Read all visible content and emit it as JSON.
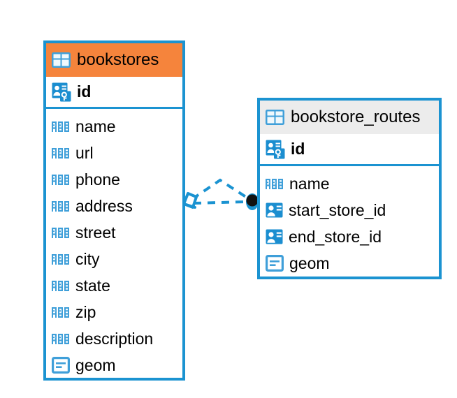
{
  "diagram": {
    "type": "entity-relationship-diagram",
    "background_color": "#ffffff",
    "accent_blue": "#1b93d1",
    "accent_orange": "#f5843c",
    "header_grey": "#ececec",
    "text_color": "#000000"
  },
  "entities": [
    {
      "name": "bookstores",
      "header_color": "#f5843c",
      "header_icon": "table-icon",
      "primary_key": {
        "label": "id",
        "icon": "primary-key-icon"
      },
      "fields": [
        {
          "label": "name",
          "icon": "abc-text-icon"
        },
        {
          "label": "url",
          "icon": "abc-text-icon"
        },
        {
          "label": "phone",
          "icon": "abc-text-icon"
        },
        {
          "label": "address",
          "icon": "abc-text-icon"
        },
        {
          "label": "street",
          "icon": "abc-text-icon"
        },
        {
          "label": "city",
          "icon": "abc-text-icon"
        },
        {
          "label": "state",
          "icon": "abc-text-icon"
        },
        {
          "label": "zip",
          "icon": "abc-text-icon"
        },
        {
          "label": "description",
          "icon": "abc-text-icon"
        },
        {
          "label": "geom",
          "icon": "geometry-icon"
        }
      ]
    },
    {
      "name": "bookstore_routes",
      "header_color": "#ececec",
      "header_icon": "table-icon",
      "primary_key": {
        "label": "id",
        "icon": "primary-key-icon"
      },
      "fields": [
        {
          "label": "name",
          "icon": "abc-text-icon"
        },
        {
          "label": "start_store_id",
          "icon": "foreign-key-icon"
        },
        {
          "label": "end_store_id",
          "icon": "foreign-key-icon"
        },
        {
          "label": "geom",
          "icon": "geometry-icon"
        }
      ]
    }
  ],
  "relationship": {
    "style": "dashed",
    "color": "#1b93d1",
    "source_entity": "bookstores",
    "target_entity": "bookstore_routes",
    "source_marker": "crows-foot-diamond-icon",
    "target_marker": "filled-circle-icon",
    "target_marker_color": "#111111"
  }
}
